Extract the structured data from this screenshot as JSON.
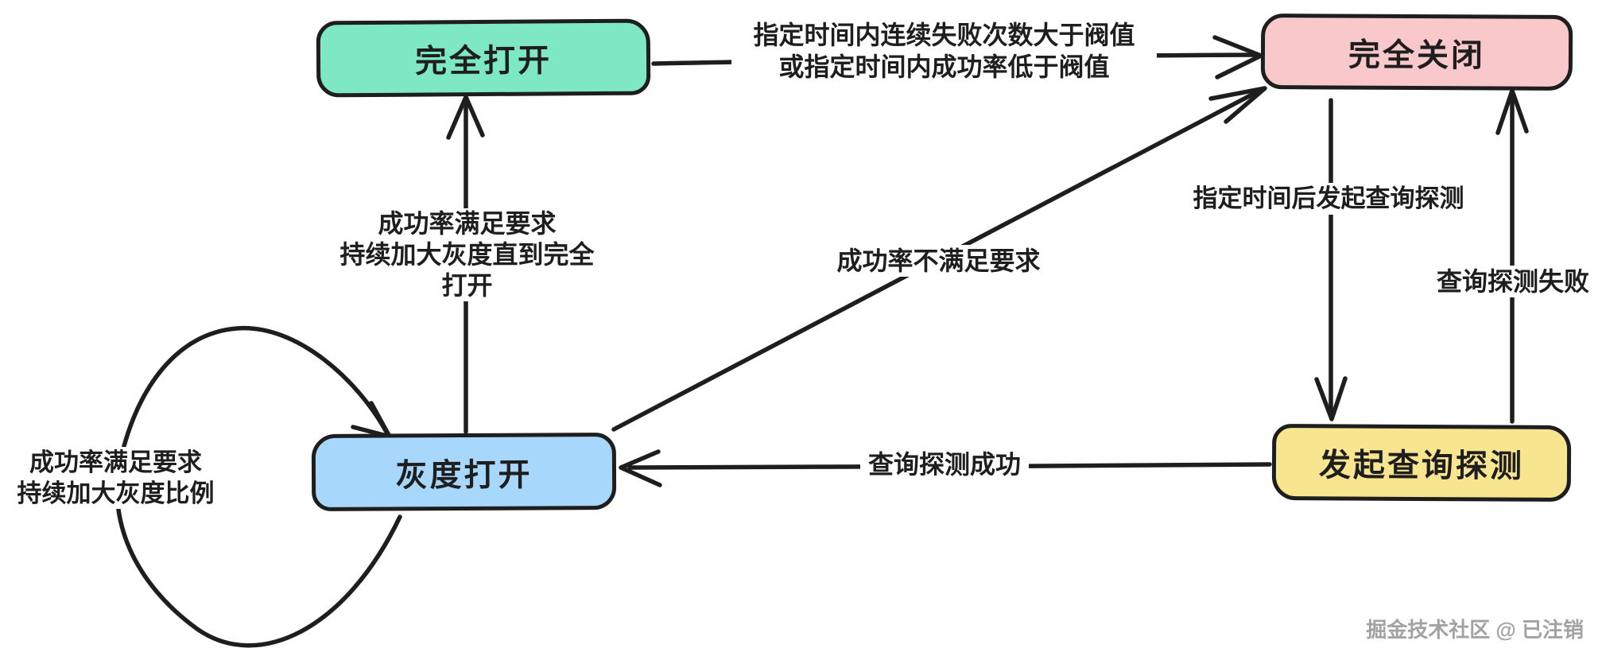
{
  "nodes": {
    "fully_open": {
      "label": "完全打开",
      "color": "#7ee8c5"
    },
    "fully_closed": {
      "label": "完全关闭",
      "color": "#f9c8cb"
    },
    "gray_open": {
      "label": "灰度打开",
      "color": "#a7d8fb"
    },
    "probe": {
      "label": "发起查询探测",
      "color": "#f8e58f"
    }
  },
  "edges": {
    "open_to_closed": {
      "line1": "指定时间内连续失败次数大于阀值",
      "line2": "或指定时间内成功率低于阀值"
    },
    "gray_to_open": {
      "line1": "成功率满足要求",
      "line2": "持续加大灰度直到完全",
      "line3": "打开"
    },
    "gray_to_closed": {
      "label": "成功率不满足要求"
    },
    "closed_to_probe": {
      "label": "指定时间后发起查询探测"
    },
    "probe_to_closed": {
      "label": "查询探测失败"
    },
    "probe_to_gray": {
      "label": "查询探测成功"
    },
    "gray_self_loop": {
      "line1": "成功率满足要求",
      "line2": "持续加大灰度比例"
    }
  },
  "watermark": {
    "text": "掘金技术社区 @ 已注销"
  },
  "colors": {
    "stroke": "#1e1e1e",
    "background": "#ffffff"
  }
}
